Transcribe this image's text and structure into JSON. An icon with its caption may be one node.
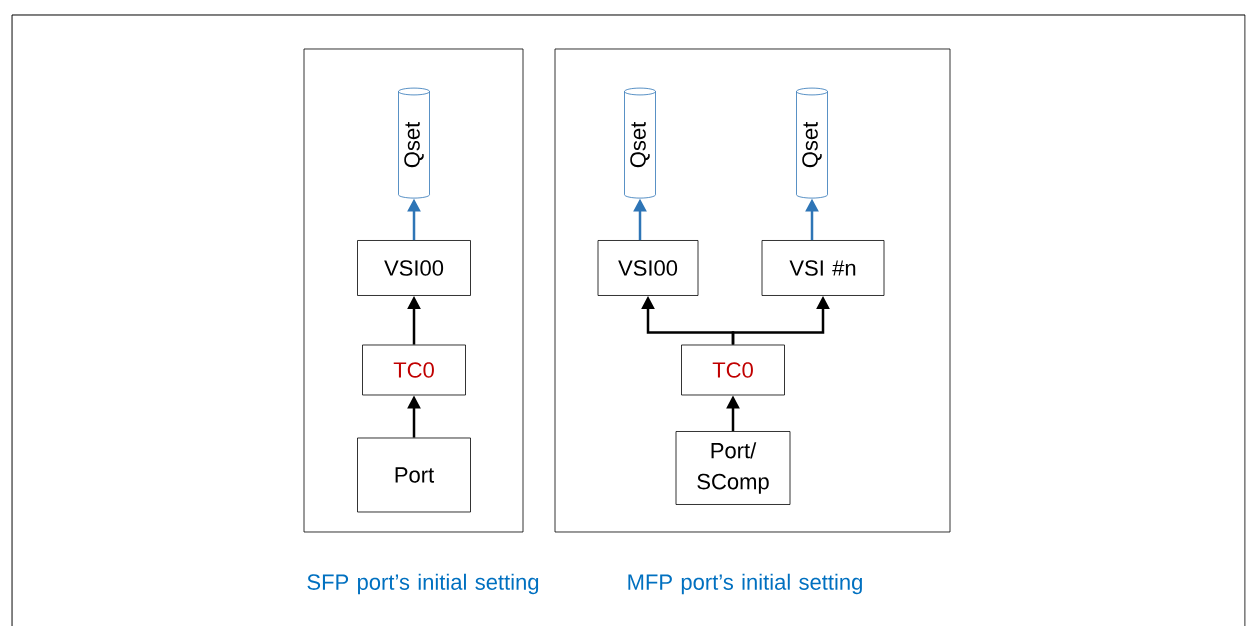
{
  "diagram": {
    "nodes": [
      {
        "text": [
          "SFP port’s initial setting"
        ]
      },
      {
        "text": [
          "Qset"
        ],
        "in": 0
      },
      {
        "text": [
          "VSI00"
        ],
        "in": 0
      },
      {
        "text": [
          "TC0"
        ],
        "in": 0
      },
      {
        "text": [
          "Port"
        ],
        "in": 0
      },
      {
        "text": [
          "MFP port’s initial setting"
        ]
      },
      {
        "text": [
          "Qset"
        ],
        "in": 5
      },
      {
        "text": [
          "Qset"
        ],
        "in": 5
      },
      {
        "text": [
          "VSI00"
        ],
        "in": 5
      },
      {
        "text": [
          "VSI #n"
        ],
        "in": 5
      },
      {
        "text": [
          "TC0"
        ],
        "in": 5
      },
      {
        "text": [
          "Port/ SComp"
        ],
        "in": 5
      }
    ],
    "edges": [
      {
        "from": 2,
        "to": 1,
        "arrow": "to",
        "color": "#2e75b6"
      },
      {
        "from": 3,
        "to": 2,
        "arrow": "to",
        "color": "#000000"
      },
      {
        "from": 4,
        "to": 3,
        "arrow": "to",
        "color": "#000000"
      },
      {
        "from": 8,
        "to": 6,
        "arrow": "to",
        "color": "#2e75b6"
      },
      {
        "from": 9,
        "to": 7,
        "arrow": "to",
        "color": "#2e75b6"
      },
      {
        "from": 10,
        "to": 8,
        "arrow": "to",
        "color": "#000000"
      },
      {
        "from": 10,
        "to": 9,
        "arrow": "to",
        "color": "#000000"
      },
      {
        "from": 11,
        "to": 10,
        "arrow": "to",
        "color": "#000000"
      }
    ]
  }
}
